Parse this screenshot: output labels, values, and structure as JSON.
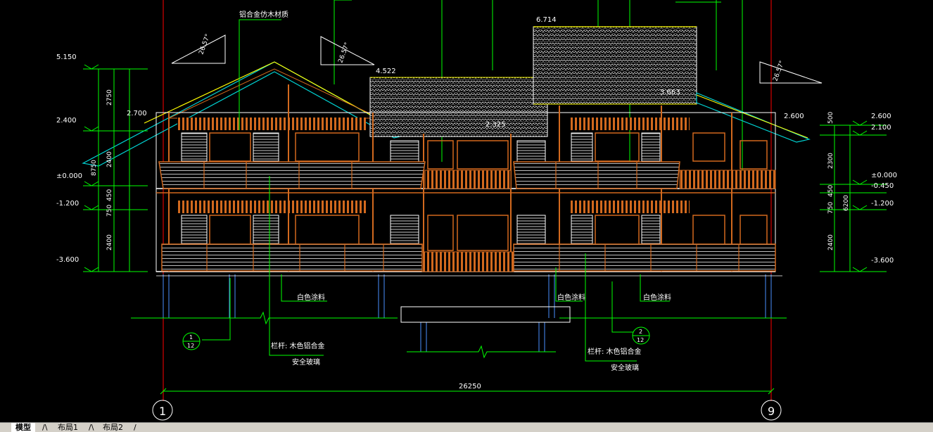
{
  "colors": {
    "background": "#000000",
    "dimension": "#00ff00",
    "axis": "#ff0000",
    "wood": "#d2691e",
    "roof": "#00d4d4",
    "frame": "#ffffff",
    "beam": "#ffff00",
    "leader": "#00ff00",
    "tile": "#ffffff"
  },
  "labels": {
    "roof_material": "铝合金仿木材质",
    "white_paint_1": "白色涂料",
    "white_paint_2": "白色涂料",
    "white_paint_3": "白色涂料",
    "railing_left": "栏杆: 木色铝合金",
    "glass_left": "安全玻璃",
    "railing_right": "栏杆: 木色铝合金",
    "glass_right": "安全玻璃"
  },
  "elevations": {
    "left": [
      "5.150",
      "2.400",
      "±0.000",
      "-1.200",
      "-3.600"
    ],
    "right": [
      "2.600",
      "2.100",
      "±0.000",
      "-0.450",
      "-1.200",
      "-3.600"
    ],
    "top": [
      "2.700",
      "4.522",
      "6.714",
      "3.663",
      "2.600",
      "2.325"
    ]
  },
  "dimensions": {
    "left_chain": [
      "2750",
      "2400",
      "450",
      "750",
      "2400"
    ],
    "left_total": "8750",
    "right_chain": [
      "500",
      "2300",
      "450",
      "750",
      "2400"
    ],
    "right_total": "6200",
    "overall_width": "26250"
  },
  "slopes": {
    "left": "26.57°",
    "mid": "26.57°",
    "right": "26.57°"
  },
  "details": {
    "left_num": "1",
    "left_sheet": "12",
    "right_num": "2",
    "right_sheet": "12"
  },
  "axes": {
    "left": "1",
    "right": "9"
  },
  "tabs": [
    {
      "label": "模型",
      "active": true
    },
    {
      "label": "布局1",
      "active": false
    },
    {
      "label": "布局2",
      "active": false
    }
  ]
}
